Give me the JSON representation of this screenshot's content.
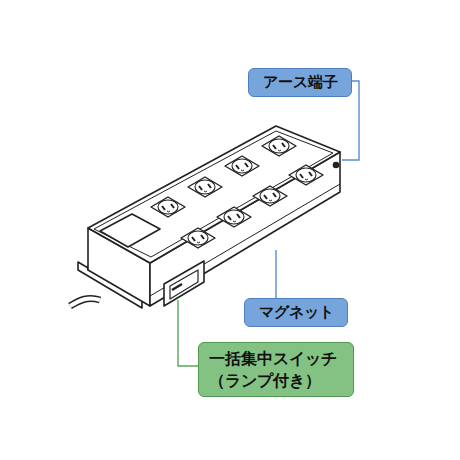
{
  "diagram": {
    "nodes": [
      {
        "text": [
          "アース端子"
        ]
      },
      {
        "text": [
          "マグネット"
        ]
      },
      {
        "text": [
          "一括集中スイッチ （ランプ付き）"
        ]
      }
    ]
  }
}
